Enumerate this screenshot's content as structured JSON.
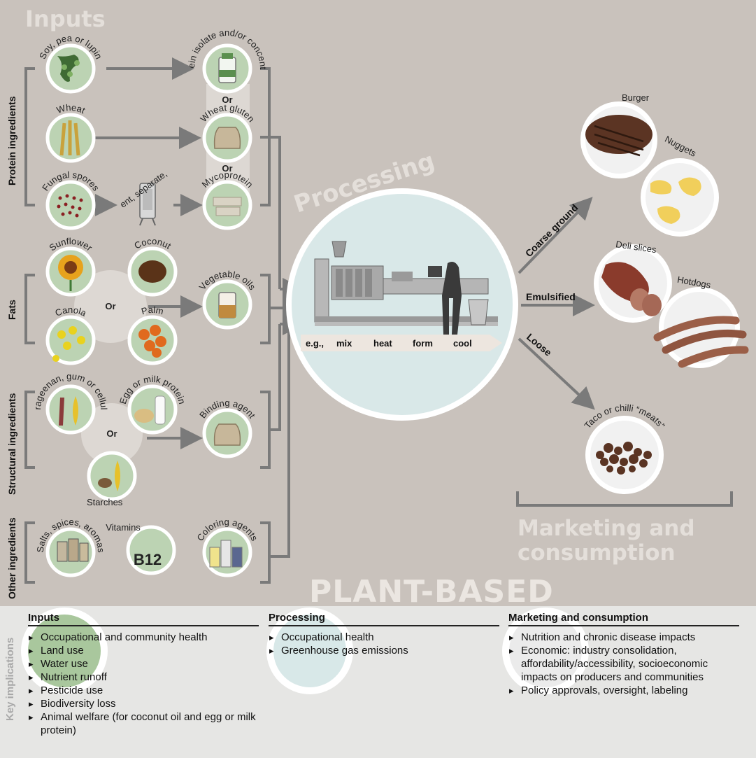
{
  "titles": {
    "inputs": "Inputs",
    "processing": "Processing",
    "marketing_line1": "Marketing and",
    "marketing_line2": "consumption",
    "product": "PLANT-BASED SUBSTITUTE"
  },
  "groups": {
    "protein": "Protein ingredients",
    "fats": "Fats",
    "structural": "Structural ingredients",
    "other": "Other ingredients"
  },
  "inputs": {
    "soy": "Soy, pea or lupin",
    "wheat": "Wheat",
    "fungal": "Fungal spores",
    "ferment": "Ferment, separate, chill",
    "protein_isolate": "Protein isolate and/or concentrate",
    "wheat_gluten": "Wheat gluten",
    "mycoprotein": "Mycoprotein",
    "or": "Or",
    "sunflower": "Sunflower",
    "coconut": "Coconut",
    "canola": "Canola",
    "palm": "Palm",
    "vegetable_oils": "Vegetable oils",
    "carrageenan": "Carrageenan, gum or cellulose",
    "egg_milk": "Egg or milk protein",
    "starches": "Starches",
    "binding": "Binding agent",
    "salts": "Salts, spices, aromas",
    "vitamins": "Vitamins",
    "b12": "B12",
    "coloring": "Coloring agents"
  },
  "processing_steps": [
    "e.g.,",
    "mix",
    "heat",
    "form",
    "cool"
  ],
  "routes": {
    "coarse": "Coarse ground",
    "emulsified": "Emulsified",
    "loose": "Loose"
  },
  "products": {
    "burger": "Burger",
    "nuggets": "Nuggets",
    "deli": "Deli slices",
    "hotdogs": "Hotdogs",
    "taco": "Taco or chilli “meats”"
  },
  "implications": {
    "label": "Key implications",
    "inputs": {
      "title": "Inputs",
      "items": [
        "Occupational and community health",
        "Land use",
        "Water use",
        "Nutrient runoff",
        "Pesticide use",
        "Biodiversity loss",
        "Animal welfare (for coconut oil and egg or milk protein)"
      ]
    },
    "processing": {
      "title": "Processing",
      "items": [
        "Occupational health",
        "Greenhouse gas emissions"
      ]
    },
    "marketing": {
      "title": "Marketing and consumption",
      "items": [
        "Nutrition and chronic disease impacts",
        "Economic: industry consolidation, affordability/accessibility, socioeconomic impacts on producers and communities",
        "Policy approvals, oversight, labeling"
      ]
    }
  },
  "colors": {
    "background": "#c9c2bc",
    "circle_green": "#bcd3b3",
    "processing_circle": "#d9e8e8",
    "arrow": "#7a7a7a",
    "bottom_panel": "#e6e6e4"
  }
}
